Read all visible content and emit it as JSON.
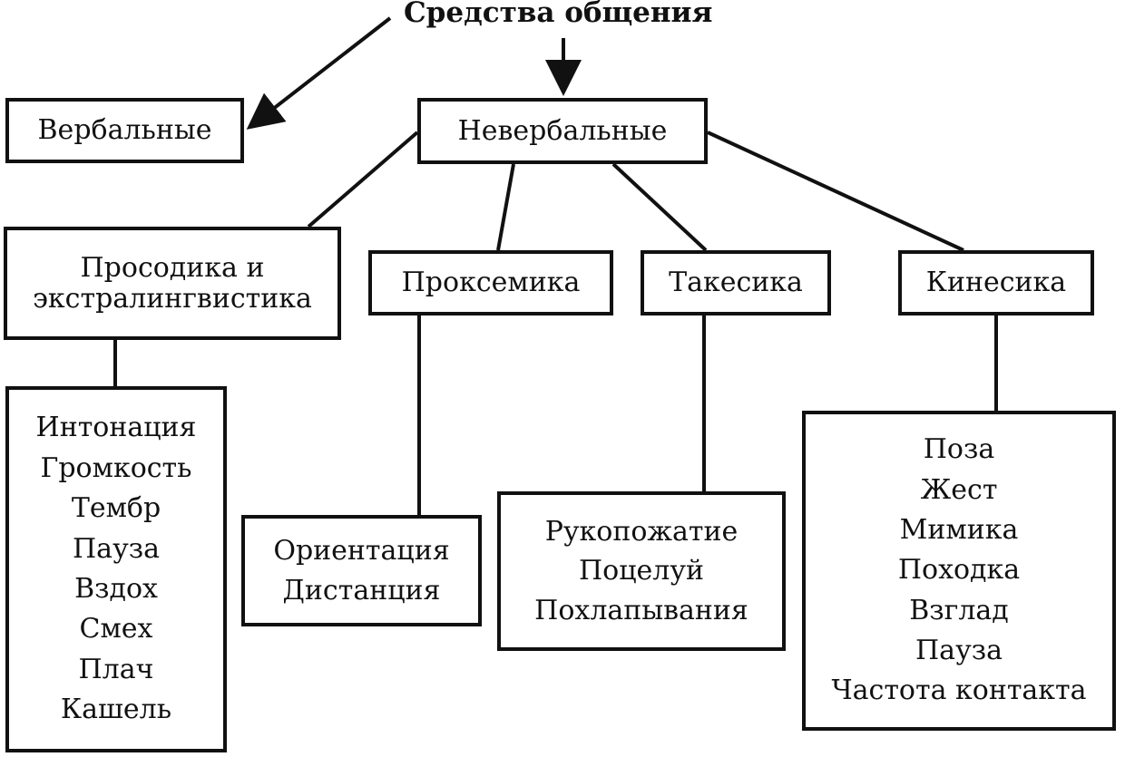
{
  "title": "Средства общения",
  "verbal": "Вербальные",
  "nonverbal": "Невербальные",
  "categories": {
    "prosody": [
      "Просодика и",
      "экстралингвистика"
    ],
    "proxemics": "Проксемика",
    "takesics": "Такесика",
    "kinesics": "Кинесика"
  },
  "lists": {
    "prosody": [
      "Интонация",
      "Громкость",
      "Тембр",
      "Пауза",
      "Вздох",
      "Смех",
      "Плач",
      "Кашель"
    ],
    "proxemics": [
      "Ориентация",
      "Дистанция"
    ],
    "takesics": [
      "Рукопожатие",
      "Поцелуй",
      "Похлапывания"
    ],
    "kinesics": [
      "Поза",
      "Жест",
      "Мимика",
      "Походка",
      "Взглад",
      "Пауза",
      "Частота контакта"
    ]
  }
}
